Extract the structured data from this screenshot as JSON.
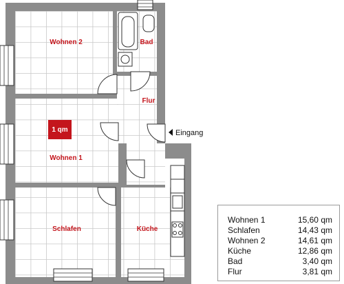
{
  "rooms": {
    "wohnen2": "Wohnen 2",
    "bad": "Bad",
    "flur": "Flur",
    "wohnen1": "Wohnen 1",
    "schlafen": "Schlafen",
    "kueche": "Küche"
  },
  "scale_marker": "1 qm",
  "entrance": "Eingang",
  "colors": {
    "accent": "#c4151c",
    "wall": "#8c8c8c",
    "grid": "#c8c8c8"
  },
  "area_table": [
    {
      "name": "Wohnen 1",
      "area": "15,60 qm"
    },
    {
      "name": "Schlafen",
      "area": "14,43 qm"
    },
    {
      "name": "Wohnen 2",
      "area": "14,61 qm"
    },
    {
      "name": "Küche",
      "area": "12,86 qm"
    },
    {
      "name": "Bad",
      "area": "3,40 qm"
    },
    {
      "name": "Flur",
      "area": "3,81 qm"
    }
  ]
}
